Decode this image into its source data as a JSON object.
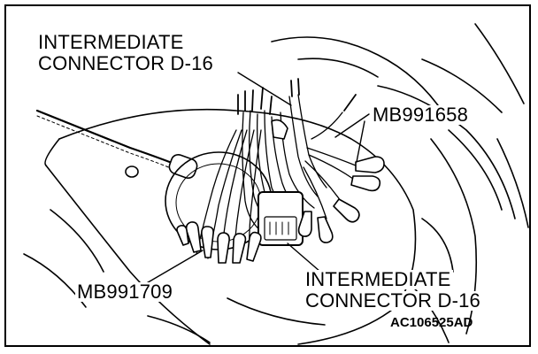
{
  "callouts": {
    "connector_top_line1": "INTERMEDIATE",
    "connector_top_line2": "CONNECTOR D-16",
    "tool_right": "MB991658",
    "tool_left": "MB991709",
    "connector_bottom_line1": "INTERMEDIATE",
    "connector_bottom_line2": "CONNECTOR D-16"
  },
  "figure_code": "AC106525AD",
  "colors": {
    "ink": "#000000",
    "paper": "#ffffff"
  }
}
